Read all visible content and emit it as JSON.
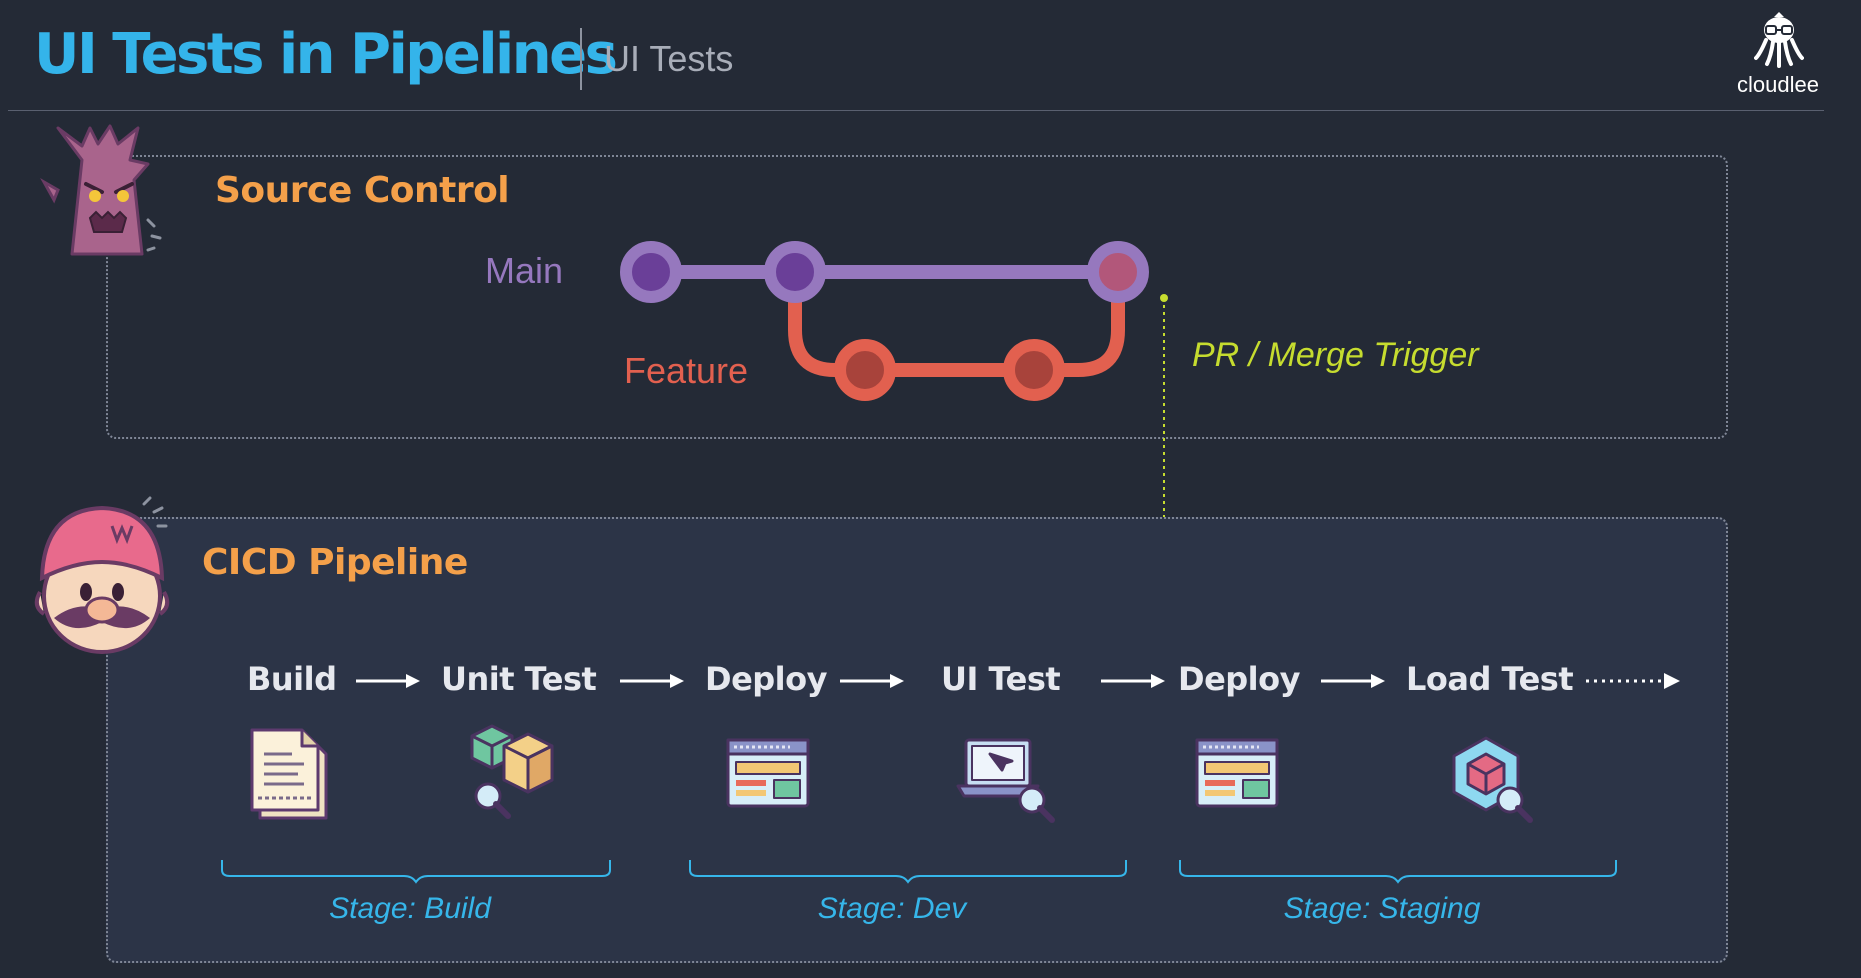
{
  "header": {
    "title": "UI Tests in Pipelines",
    "subtitle": "UI Tests",
    "brand": "cloudlee"
  },
  "source_control": {
    "title": "Source Control",
    "main_label": "Main",
    "feature_label": "Feature",
    "trigger_label": "PR / Merge Trigger"
  },
  "pipeline": {
    "title": "CICD Pipeline",
    "steps": [
      {
        "label": "Build",
        "icon": "document-icon"
      },
      {
        "label": "Unit Test",
        "icon": "cubes-magnifier-icon"
      },
      {
        "label": "Deploy",
        "icon": "browser-window-icon"
      },
      {
        "label": "UI Test",
        "icon": "laptop-magnifier-icon"
      },
      {
        "label": "Deploy",
        "icon": "browser-window-icon"
      },
      {
        "label": "Load Test",
        "icon": "hexagon-cube-magnifier-icon"
      }
    ],
    "stages": [
      {
        "label": "Stage: Build"
      },
      {
        "label": "Stage: Dev"
      },
      {
        "label": "Stage: Staging"
      }
    ]
  },
  "colors": {
    "title": "#34b4ea",
    "section_title": "#f4a04a",
    "main_branch": "#9678be",
    "feature_branch": "#e2604f",
    "trigger": "#c6dc2f",
    "stage_label": "#36b6ea",
    "background": "#242a36",
    "pipeline_panel": "#2c3447"
  }
}
